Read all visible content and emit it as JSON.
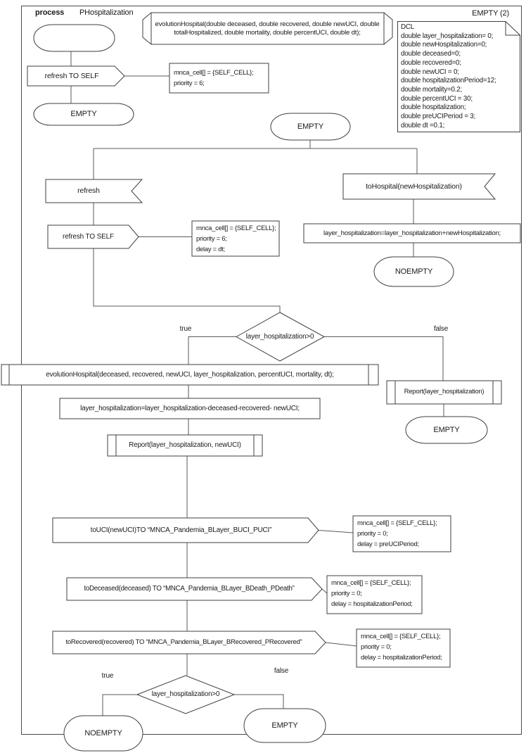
{
  "diagram": {
    "header": {
      "kind_label": "process",
      "process_name": "PHospitalization",
      "page_label": "EMPTY (2)"
    },
    "declaration": {
      "signature": "evolutionHospital(double deceased, double recovered, double newUCI, double totalHospitalized, double mortality, double percentUCI, double dt);"
    },
    "dcl": {
      "title": "DCL",
      "lines": [
        "double layer_hospitalization= 0;",
        "double newHospitalization=0;",
        "double deceased=0;",
        "double recovered=0;",
        "double newUCI = 0;",
        "double hospitalizationPeriod=12;",
        "double mortality=0.2;",
        "double percentUCI = 30;",
        "double hospitalization;",
        "double preUCIPeriod = 3;",
        "double dt =0.1;"
      ]
    },
    "nodes": {
      "outRefreshSelf1": "refresh TO SELF",
      "stateEmpty1": "EMPTY",
      "stateEmpty2": "EMPTY",
      "inRefresh": "refresh",
      "inToHospital": "toHospital(newHospitalization)",
      "outRefreshSelf2": "refresh TO SELF",
      "taskAdd": "layer_hospitalization=layer_hospitalization+newHospitalization;",
      "stateNoEmpty1": "NOEMPTY",
      "decision1": "layer_hospitalization>0",
      "procEvolution": "evolutionHospital(deceased, recovered, newUCI, layer_hospitalization, percentUCI, mortality, dt);",
      "taskSub": "layer_hospitalization=layer_hospitalization-deceased-recovered- newUCI;",
      "procReportNewUci": "Report(layer_hospitalization, newUCI)",
      "procReport": "Report(layer_hospitalization)",
      "stateEmpty3": "EMPTY",
      "outToUci": "toUCI(newUCI)TO “MNCA_Pandemia_BLayer_BUCI_PUCI”",
      "outToDeceased": "toDeceased(deceased) TO “MNCA_Pandemia_BLayer_BDeath_PDeath”",
      "outToRecovered": "toRecovered(recovered) TO “MNCA_Pandemia_BLayer_BRecovered_PRecovered”",
      "decision2": "layer_hospitalization>0",
      "stateNoEmpty2": "NOEMPTY",
      "stateEmpty4": "EMPTY"
    },
    "branch_labels": {
      "true_label": "true",
      "false_label": "false"
    },
    "notes": {
      "note1": {
        "lines": [
          "mnca_cell[] = {SELF_CELL};",
          "priority = 6;"
        ]
      },
      "note2": {
        "lines": [
          "mnca_cell[] = {SELF_CELL};",
          "priority = 6;",
          "delay = dt;"
        ]
      },
      "note3": {
        "lines": [
          "mnca_cell[] = {SELF_CELL};",
          "priority = 0;",
          "delay = preUCIPeriod;"
        ]
      },
      "note4": {
        "lines": [
          "mnca_cell[] = {SELF_CELL};",
          "priority = 0;",
          "delay = hospitalizationPeriod;"
        ]
      },
      "note5": {
        "lines": [
          "mnca_cell[] = {SELF_CELL};",
          "priority = 0;",
          "delay = hospitalizationPeriod;"
        ]
      }
    },
    "colors": {
      "background": "#ffffff",
      "shape_stroke": "#3f3f3f",
      "connector": "#5a5a5a",
      "text": "#1a1a1a"
    }
  }
}
